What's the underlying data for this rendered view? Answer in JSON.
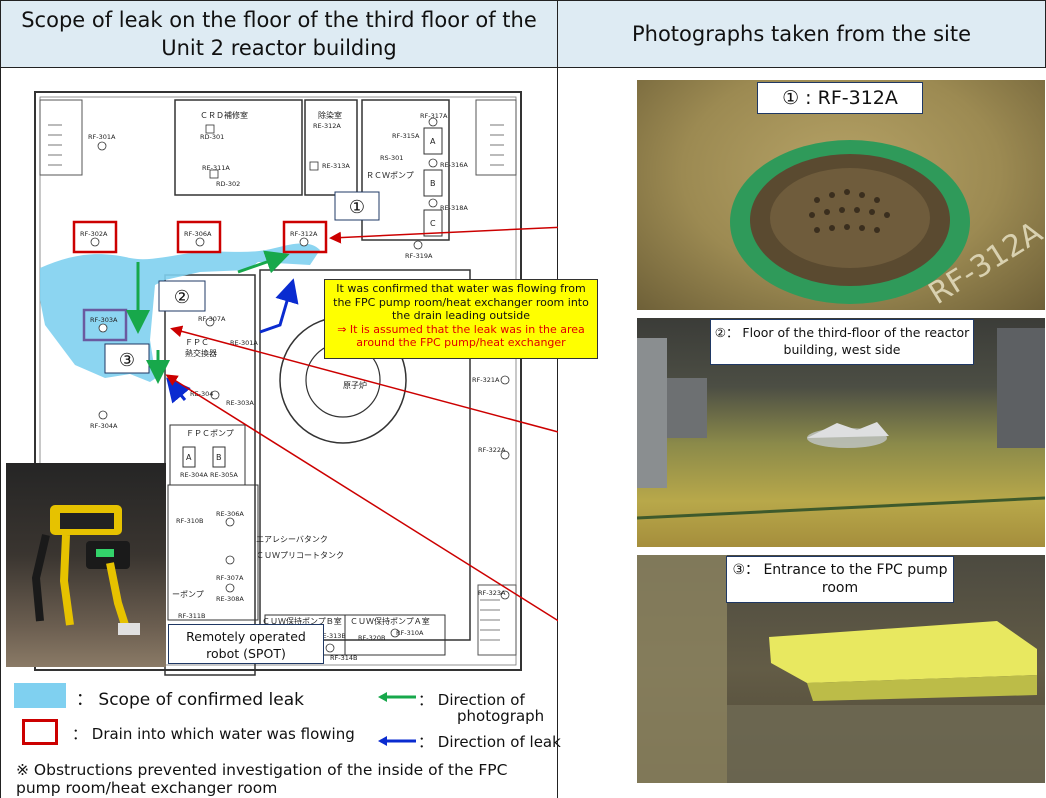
{
  "header": {
    "left_title": "Scope of leak on the floor of the third floor of the Unit 2 reactor building",
    "right_title": "Photographs taken from the site"
  },
  "plan": {
    "rooms": {
      "crd": "ＣＲＤ補修室",
      "decon": "除染室",
      "rcw": "ＲＣＷポンプ",
      "fpc_hx_1": "ＦＰＣ",
      "fpc_hx_2": "熱交換器",
      "fpc_pump": "ＦＰＣポンプ",
      "reactor": "原子炉",
      "air_tank": "エアレシーバタンク",
      "cuw_tank": "ＣＵＷプリコートタンク",
      "pump_partial": "ーポンプ",
      "cuw_b": "ＣＵＷ保持ポンプＢ室",
      "cuw_a": "ＣＵＷ保持ポンプＡ室",
      "pump_a": "A",
      "pump_b": "B",
      "pump_c": "C",
      "fpc_a": "A",
      "fpc_b": "B"
    },
    "labels": {
      "rf301a": "RF-301A",
      "rd301": "RD-301",
      "re311a": "RE-311A",
      "rd302": "RD-302",
      "re312a": "RE-312A",
      "re313a": "RE-313A",
      "rf315a": "RF-315A",
      "rf317a": "RF-317A",
      "rs301": "RS-301",
      "re316a": "RE-316A",
      "re318a": "RE-318A",
      "rf319a": "RF-319A",
      "rf302a": "RF-302A",
      "rf306a": "RF-306A",
      "rf312a": "RF-312A",
      "rf303a": "RF-303A",
      "rf307a": "RF-307A",
      "re301a": "RE-301A",
      "rf304a": "RF-304A",
      "re304_": "RE-304",
      "re303a": "RE-303A",
      "re304a": "RE-304A",
      "re305a": "RE-305A",
      "rf321a": "RF-321A",
      "rf322a": "RF-322A",
      "rf310b": "RF-310B",
      "re306a": "RE-306A",
      "rf307a2": "RF-307A",
      "re308a": "RE-308A",
      "rf311b": "RF-311B",
      "re313b": "RE-313B",
      "rf320b": "RF-320B",
      "rf310a": "RF-310A",
      "rf314b": "RF-314B",
      "rf323a": "RF-323A"
    },
    "markers": {
      "m1": "①",
      "m2": "②",
      "m3": "③"
    },
    "callout": {
      "black_text": "It was confirmed that water was flowing from the FPC pump room/heat exchanger room into the drain leading outside",
      "red_text": "⇒ It is assumed that the leak was in the area around the FPC pump/heat exchanger"
    },
    "robot_caption": "Remotely operated robot (SPOT)"
  },
  "legend": {
    "leak": "：  Scope of confirmed leak",
    "drain": "：  Drain into which water was flowing",
    "photo_dir_1": "：  Direction of",
    "photo_dir_2": "photograph",
    "leak_dir": "：  Direction of leak",
    "note": "※ Obstructions prevented investigation of the inside of the FPC pump room/heat exchanger room"
  },
  "photos": {
    "p1_caption": "① : RF-312A",
    "p1_stamp": "RF-312A",
    "p2_caption": "②： Floor of the third-floor of the reactor building, west side",
    "p3_caption": "③： Entrance to the FPC pump room"
  },
  "colors": {
    "leak": "#7fd0f0",
    "drain_box": "#cc0000",
    "photo_arrow": "#17a84b",
    "leak_arrow": "#0a2bd0",
    "callout_bg": "#ffff00",
    "header_bg": "#deebf3"
  }
}
